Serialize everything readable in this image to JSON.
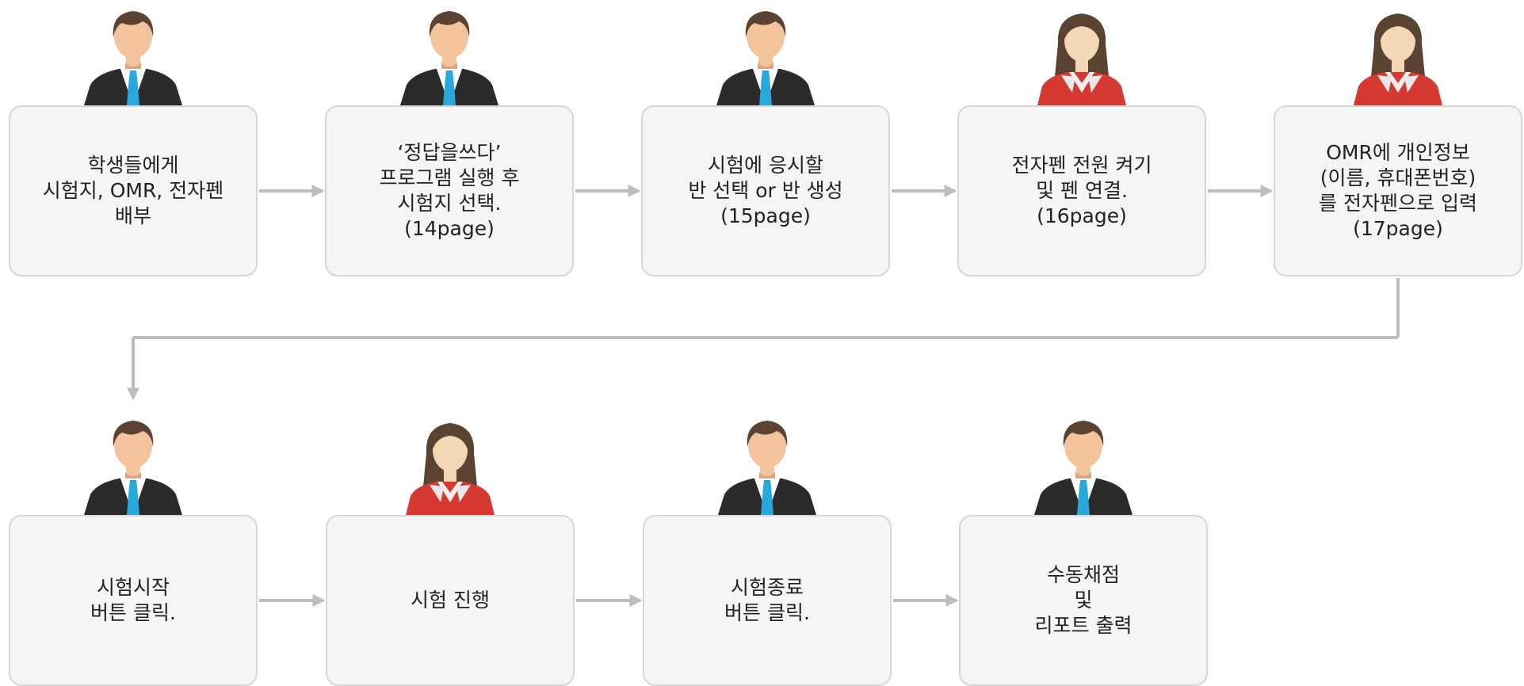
{
  "diagram": {
    "rows": [
      {
        "steps": [
          {
            "person": "male",
            "lines": [
              "학생들에게",
              "시험지, OMR, 전자펜",
              "배부"
            ]
          },
          {
            "person": "male",
            "lines": [
              "‘정답을쓰다’",
              "프로그램 실행 후",
              "시험지 선택.",
              "(14page)"
            ]
          },
          {
            "person": "male",
            "lines": [
              "시험에 응시할",
              "반 선택 or 반 생성",
              "(15page)"
            ]
          },
          {
            "person": "female",
            "lines": [
              "전자펜 전원 켜기",
              "및 펜 연결.",
              "(16page)"
            ]
          },
          {
            "person": "female",
            "lines": [
              "OMR에 개인정보",
              "(이름, 휴대폰번호)",
              "를 전자펜으로 입력",
              "(17page)"
            ]
          }
        ]
      },
      {
        "steps": [
          {
            "person": "male",
            "lines": [
              "시험시작",
              "버튼 클릭."
            ]
          },
          {
            "person": "female",
            "lines": [
              "시험 진행"
            ]
          },
          {
            "person": "male",
            "lines": [
              "시험종료",
              "버튼 클릭."
            ]
          },
          {
            "person": "male",
            "lines": [
              "수동채점",
              "및",
              "리포트 출력"
            ]
          }
        ]
      }
    ],
    "colors": {
      "box_fill": "#f5f5f5",
      "box_border": "#d6d6d6",
      "arrow": "#bdbdbd",
      "male_suit": "#2b2b2b",
      "male_tie": "#29a8dc",
      "female_jacket": "#d43a32",
      "skin_male": "#f3c39c",
      "skin_female": "#f4d7b4",
      "hair": "#5a4332"
    }
  }
}
